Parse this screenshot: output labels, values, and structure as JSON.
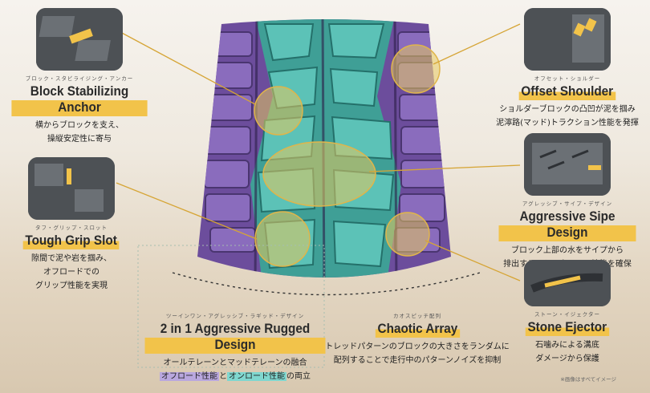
{
  "features": {
    "block_stabilizing": {
      "ruby": "ブロック・スタビライジング・アンカー",
      "title": "Block Stabilizing Anchor",
      "desc1": "横からブロックを支え、",
      "desc2": "操縦安定性に寄与"
    },
    "tough_grip": {
      "ruby": "タフ・グリップ・スロット",
      "title": "Tough Grip Slot",
      "desc1": "隙間で泥や岩を掴み、",
      "desc2": "オフロードでの",
      "desc3": "グリップ性能を実現"
    },
    "offset_shoulder": {
      "ruby": "オフセット・ショルダー",
      "title": "Offset Shoulder",
      "desc1": "ショルダーブロックの凸凹が泥を掴み",
      "desc2": "泥濘路(マッド)トラクション性能を発揮"
    },
    "aggressive_sipe": {
      "ruby": "アグレッシブ・サイプ・デザイン",
      "title": "Aggressive Sipe Design",
      "desc1": "ブロック上部の水をサイプから",
      "desc2": "排出することでウエット性能を確保"
    },
    "stone_ejector": {
      "ruby": "ストーン・イジェクター",
      "title": "Stone Ejector",
      "desc1": "石噛みによる溝底",
      "desc2": "ダメージから保護"
    },
    "two_in_one": {
      "ruby": "ツーインワン・アグレッシブ・ラギッド・デザイン",
      "title": "2 in 1 Aggressive Rugged Design",
      "desc1": "オールテレーンとマッドテレーンの融合",
      "desc2_a": "オフロード性能",
      "desc2_b": "と",
      "desc2_c": "オンロード性能",
      "desc2_d": "の両立"
    },
    "chaotic_array": {
      "ruby": "カオスピッチ配列",
      "title": "Chaotic Array",
      "desc1": "トレッドパターンのブロックの大きさをランダムに",
      "desc2": "配列することで走行中のパターンノイズを抑制"
    }
  },
  "footnote": "※画像はすべてイメージ",
  "colors": {
    "accent": "#f2c34a",
    "purple": "#7d5cae",
    "teal": "#47b8ad",
    "spot": "#e6c85f"
  }
}
